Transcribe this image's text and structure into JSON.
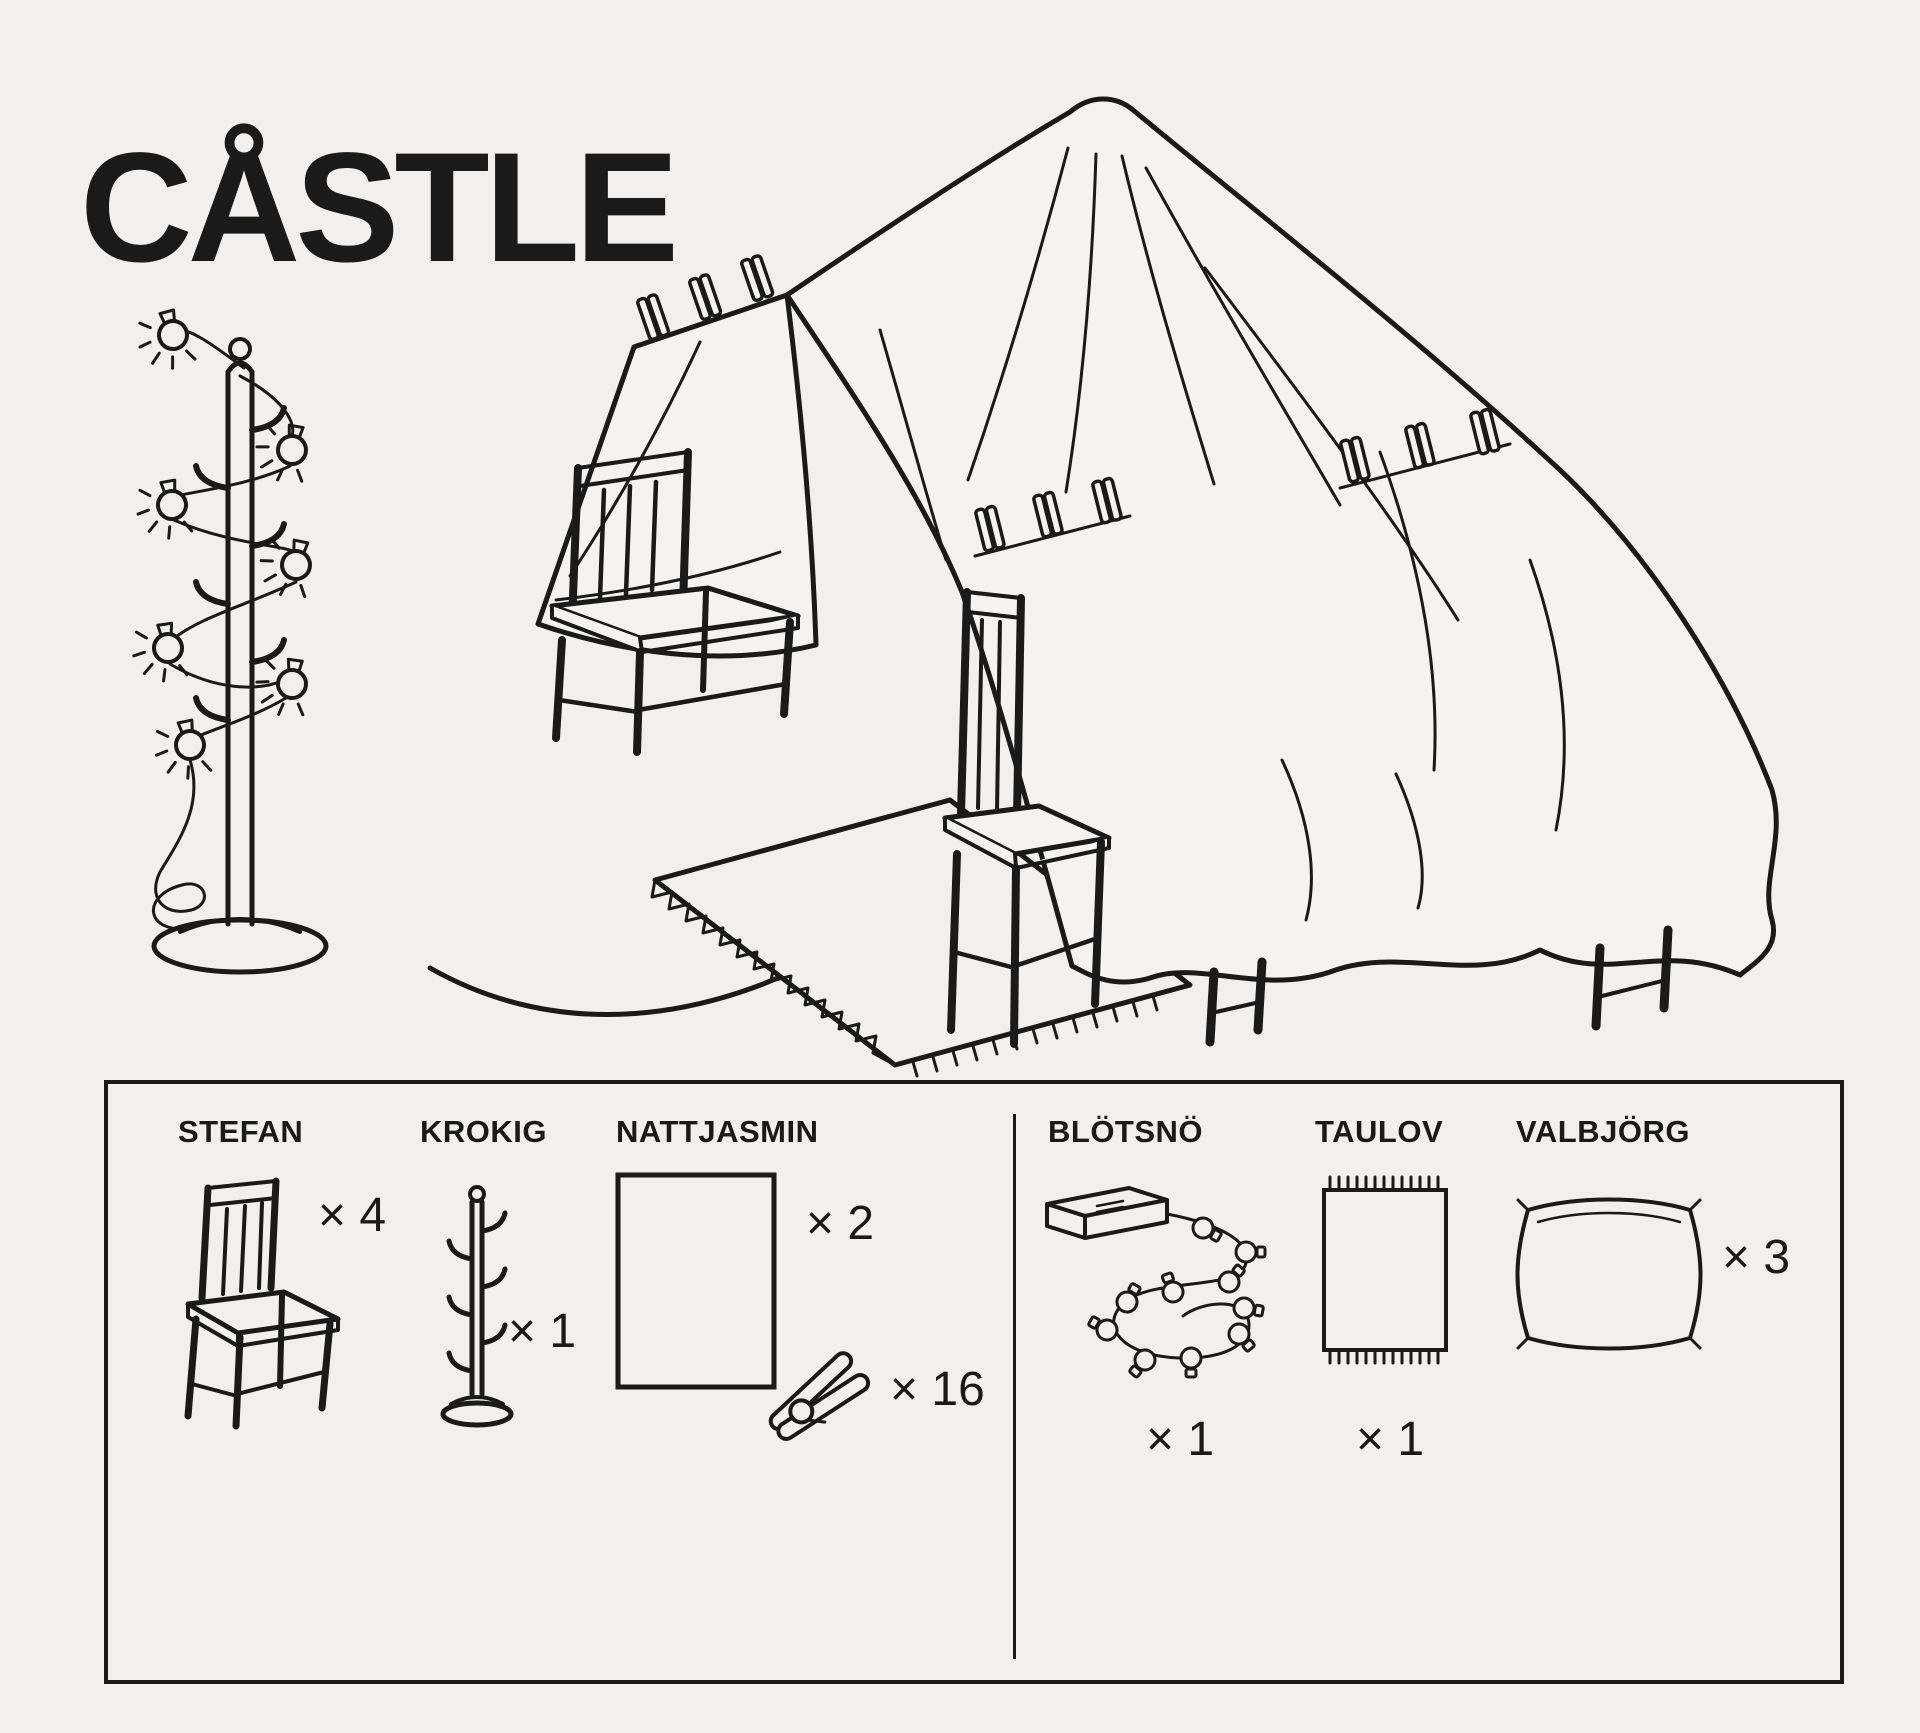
{
  "title": "CÅSTLE",
  "colors": {
    "background": "#f1f0ee",
    "ink": "#1a1a1a",
    "sheet_fill": "#f4f3f1"
  },
  "parts": {
    "stefan": {
      "label": "STEFAN",
      "qty": "× 4",
      "icon": "chair-icon"
    },
    "krokig": {
      "label": "KROKIG",
      "qty": "× 1",
      "icon": "coat-rack-icon"
    },
    "nattjasmin": {
      "label": "NATTJASMIN",
      "qty": "× 2",
      "icon": "sheet-icon"
    },
    "clothespin": {
      "qty": "× 16",
      "icon": "clothespin-icon"
    },
    "blotsno": {
      "label": "BLÖTSNÖ",
      "qty": "× 1",
      "icon": "string-lights-icon"
    },
    "taulov": {
      "label": "TAULOV",
      "qty": "× 1",
      "icon": "rug-icon"
    },
    "valbjorg": {
      "label": "VALBJÖRG",
      "qty": "× 3",
      "icon": "pillow-icon"
    }
  }
}
